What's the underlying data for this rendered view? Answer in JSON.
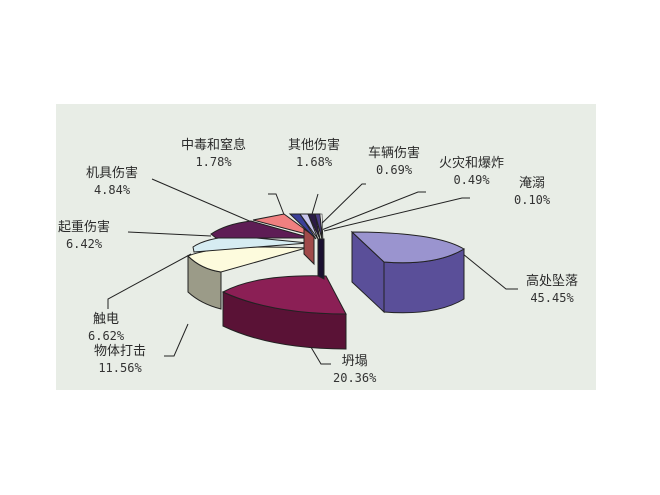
{
  "chart_data": {
    "type": "pie",
    "title": "",
    "style": "3d-exploded",
    "categories": [
      "高处坠落",
      "坍塌",
      "物体打击",
      "触电",
      "起重伤害",
      "机具伤害",
      "中毒和窒息",
      "其他伤害",
      "车辆伤害",
      "火灾和爆炸",
      "淹溺"
    ],
    "values": [
      45.45,
      20.36,
      11.56,
      6.62,
      6.42,
      4.84,
      1.78,
      1.68,
      0.69,
      0.49,
      0.1
    ],
    "labels": [
      "45.45%",
      "20.36%",
      "11.56%",
      "6.62%",
      "6.42%",
      "4.84%",
      "1.78%",
      "1.68%",
      "0.69%",
      "0.49%",
      "0.10%"
    ],
    "colors": [
      "#9a94cf",
      "#8b1f55",
      "#fdfbdd",
      "#d6ecf2",
      "#5e1d55",
      "#f08080",
      "#3a3f98",
      "#c7c6ec",
      "#2b1b46",
      "#4a3c84",
      "#ffffff"
    ],
    "side_colors": [
      "#5a4f99",
      "#5a1236",
      "#9b9b88",
      "#9aaab0",
      "#3a1035",
      "#a04a4a",
      "#20236a",
      "#8a88b0",
      "#1a1030",
      "#2d2456",
      "#cccccc"
    ],
    "legend": "none",
    "unit": "%"
  },
  "slices": [
    {
      "name": "高处坠落",
      "pct": "45.45%"
    },
    {
      "name": "坍塌",
      "pct": "20.36%"
    },
    {
      "name": "物体打击",
      "pct": "11.56%"
    },
    {
      "name": "触电",
      "pct": "6.62%"
    },
    {
      "name": "起重伤害",
      "pct": "6.42%"
    },
    {
      "name": "机具伤害",
      "pct": "4.84%"
    },
    {
      "name": "中毒和窒息",
      "pct": "1.78%"
    },
    {
      "name": "其他伤害",
      "pct": "1.68%"
    },
    {
      "name": "车辆伤害",
      "pct": "0.69%"
    },
    {
      "name": "火灾和爆炸",
      "pct": "0.49%"
    },
    {
      "name": "淹溺",
      "pct": "0.10%"
    }
  ],
  "panel_bg": "#e8ede6"
}
